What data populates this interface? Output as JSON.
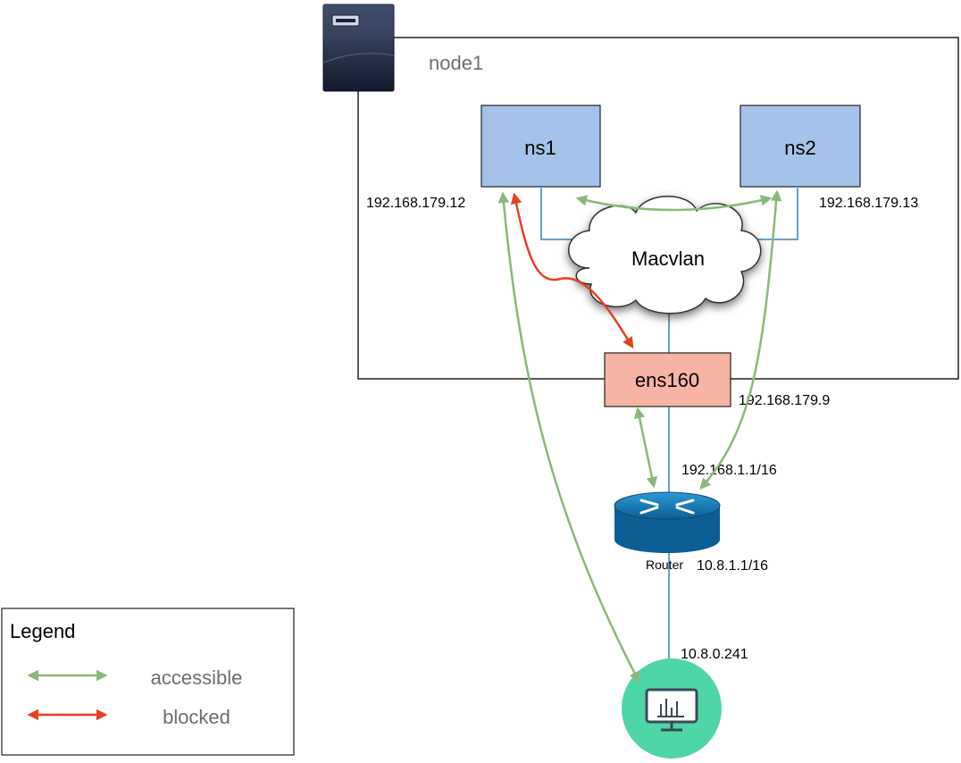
{
  "diagram": {
    "host_label": "node1",
    "namespaces": [
      {
        "name": "ns1",
        "ip": "192.168.179.12"
      },
      {
        "name": "ns2",
        "ip": "192.168.179.13"
      }
    ],
    "bridge_label": "Macvlan",
    "host_nic": {
      "name": "ens160",
      "ip": "192.168.179.9"
    },
    "router": {
      "label": "Router",
      "inner_ip": "192.168.1.1/16",
      "outer_ip": "10.8.1.1/16"
    },
    "client": {
      "ip": "10.8.0.241"
    }
  },
  "legend": {
    "title": "Legend",
    "items": [
      {
        "label": "accessible",
        "color": "#8ab87a"
      },
      {
        "label": "blocked",
        "color": "#e8401c"
      }
    ]
  },
  "colors": {
    "namespace_fill": "#a4c2ea",
    "nic_fill": "#f7b3a3",
    "link_line": "#6a9ecb",
    "client_fill": "#4fd6a6",
    "router_fill": "#1a86c4"
  }
}
